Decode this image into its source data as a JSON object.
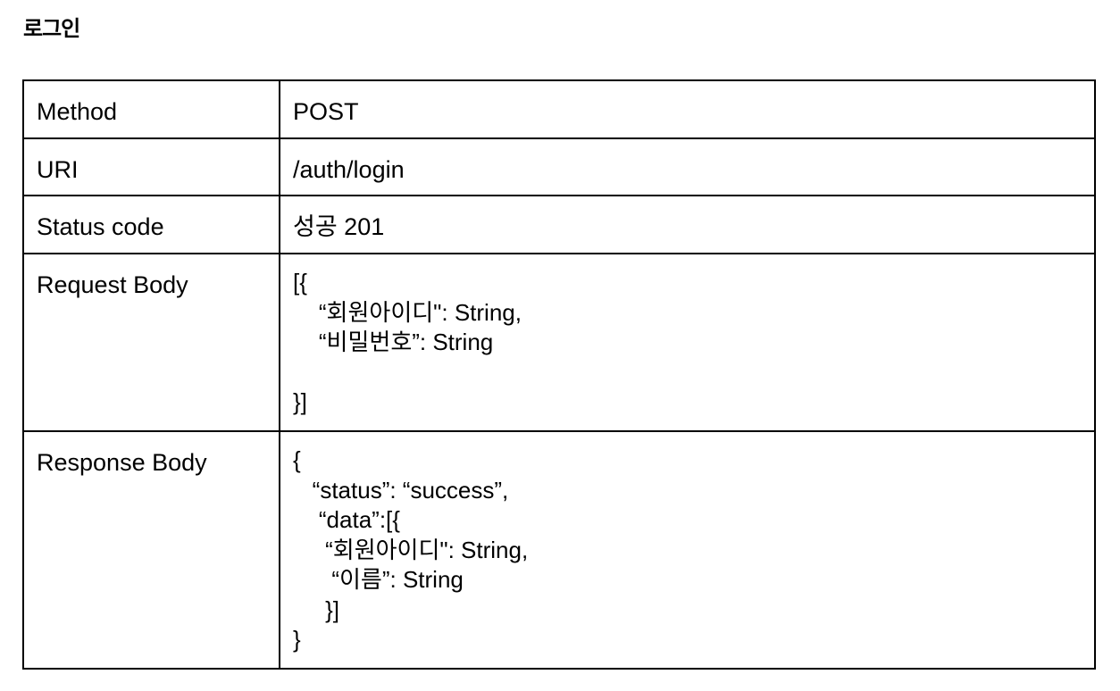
{
  "title": "로그인",
  "rows": {
    "method": {
      "label": "Method",
      "value": "POST"
    },
    "uri": {
      "label": "URI",
      "value": "/auth/login"
    },
    "status": {
      "label": "Status code",
      "value": "성공 201"
    },
    "request": {
      "label": "Request Body",
      "lines": [
        "[{",
        "    “회원아이디\": String,",
        "    “비밀번호”: String",
        "",
        "}]"
      ]
    },
    "response": {
      "label": "Response Body",
      "lines": [
        "{",
        "   “status”: “success”,",
        "    “data”:[{",
        "     “회원아이디\": String,",
        "      “이름”: String",
        "     }]",
        "}"
      ]
    }
  }
}
